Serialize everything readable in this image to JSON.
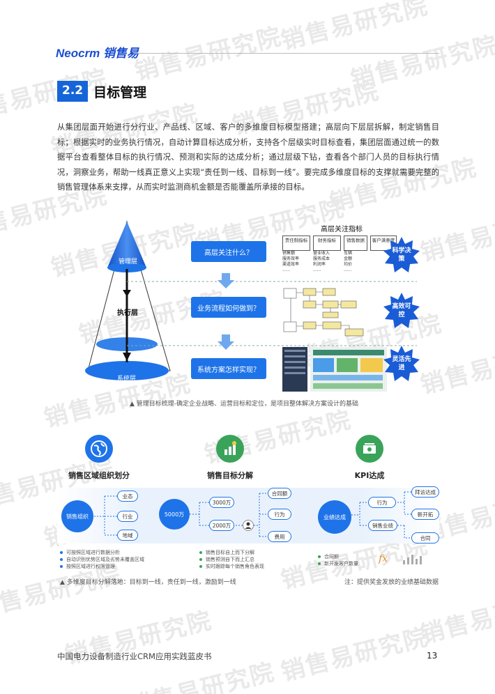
{
  "header": {
    "logo": "Neocrm 销售易"
  },
  "watermark_text": "销售易研究院",
  "section": {
    "number": "2.2",
    "title": "目标管理"
  },
  "paragraph": "从集团层面开始进行分行业、产品线、区域、客户的多维度目标模型搭建；高层向下层层拆解，制定销售目标；根据实时的业务执行情况，自动计算目标达成分析，支持各个层级实时目标查看，集团层面通过统一的数据平台查看整体目标的执行情况、预测和实际的达成分析；通过层级下钻，查看各个部门人员的目标执行情况，洞察业务，帮助一线真正意义上实现“责任到一线、目标到一线”。要完成多维度目标的支撑就需要完整的销售管理体系来支撑，从而实时监测商机金额是否能覆盖所承接的目标。",
  "figure1": {
    "cone_labels": {
      "top": "管理层",
      "middle": "执行层",
      "bottom": "系统层"
    },
    "questions": [
      "高层关注什么？",
      "业务流程如何做到？",
      "系统方案怎样实现？"
    ],
    "panel_title": "高层关注指标",
    "indicators": [
      {
        "head": "责任制指标",
        "items": [
          "销售额",
          "服务效率",
          "渠道效率",
          "......"
        ]
      },
      {
        "head": "财务指标",
        "items": [
          "营业收入",
          "服务成本",
          "利润率",
          "......"
        ]
      },
      {
        "head": "销售数据",
        "items": [
          "车辆",
          "金额",
          "均价",
          "......"
        ]
      },
      {
        "head": "客户满意度",
        "items": []
      }
    ],
    "bursts": [
      "科学决策",
      "高效可控",
      "灵活先进"
    ],
    "caption": "▲ 管理目标梳理-确定企业战略、运营目标和定位，是项目整体解决方案设计的基础"
  },
  "figure2": {
    "col1": {
      "title": "销售区域组织划分",
      "center": "销售组织",
      "nodes": [
        "业态",
        "行业",
        "地域"
      ],
      "bullets": [
        "可按照区域进行数据分析",
        "自动识别优势区域及劣势未覆盖区域",
        "按照区域进行权限管理"
      ]
    },
    "col2": {
      "title": "销售目标分解",
      "center": "5000万",
      "nodes": [
        "3000万",
        "2000万"
      ],
      "right_nodes": [
        "合同额",
        "行为",
        "费用"
      ],
      "bullets": [
        "销售目标自上而下分解",
        "销售预测自下而上汇总",
        "实时跟踪每个销售角色表现"
      ]
    },
    "col3": {
      "title": "KPI达成",
      "center": "业绩达成",
      "nodes": [
        "行为",
        "销售业绩"
      ],
      "right_nodes": [
        "拜访达成",
        "新开拓",
        "合同"
      ],
      "bullets": [
        "合同额",
        "新开发客户数量"
      ],
      "fx": "fx"
    },
    "caption": "▲ 多维度目标分解落地：目标到一线，责任到一线，激励到一线",
    "note": "注：提供奖金发放的业绩基础数据"
  },
  "footer": {
    "title": "中国电力设备制造行业CRM应用实践蓝皮书",
    "page": "13"
  },
  "colors": {
    "primary": "#1e73e8",
    "dark_blue": "#1452c4",
    "burst": "#1a5cd6",
    "icon_green": "#3aa35a"
  }
}
